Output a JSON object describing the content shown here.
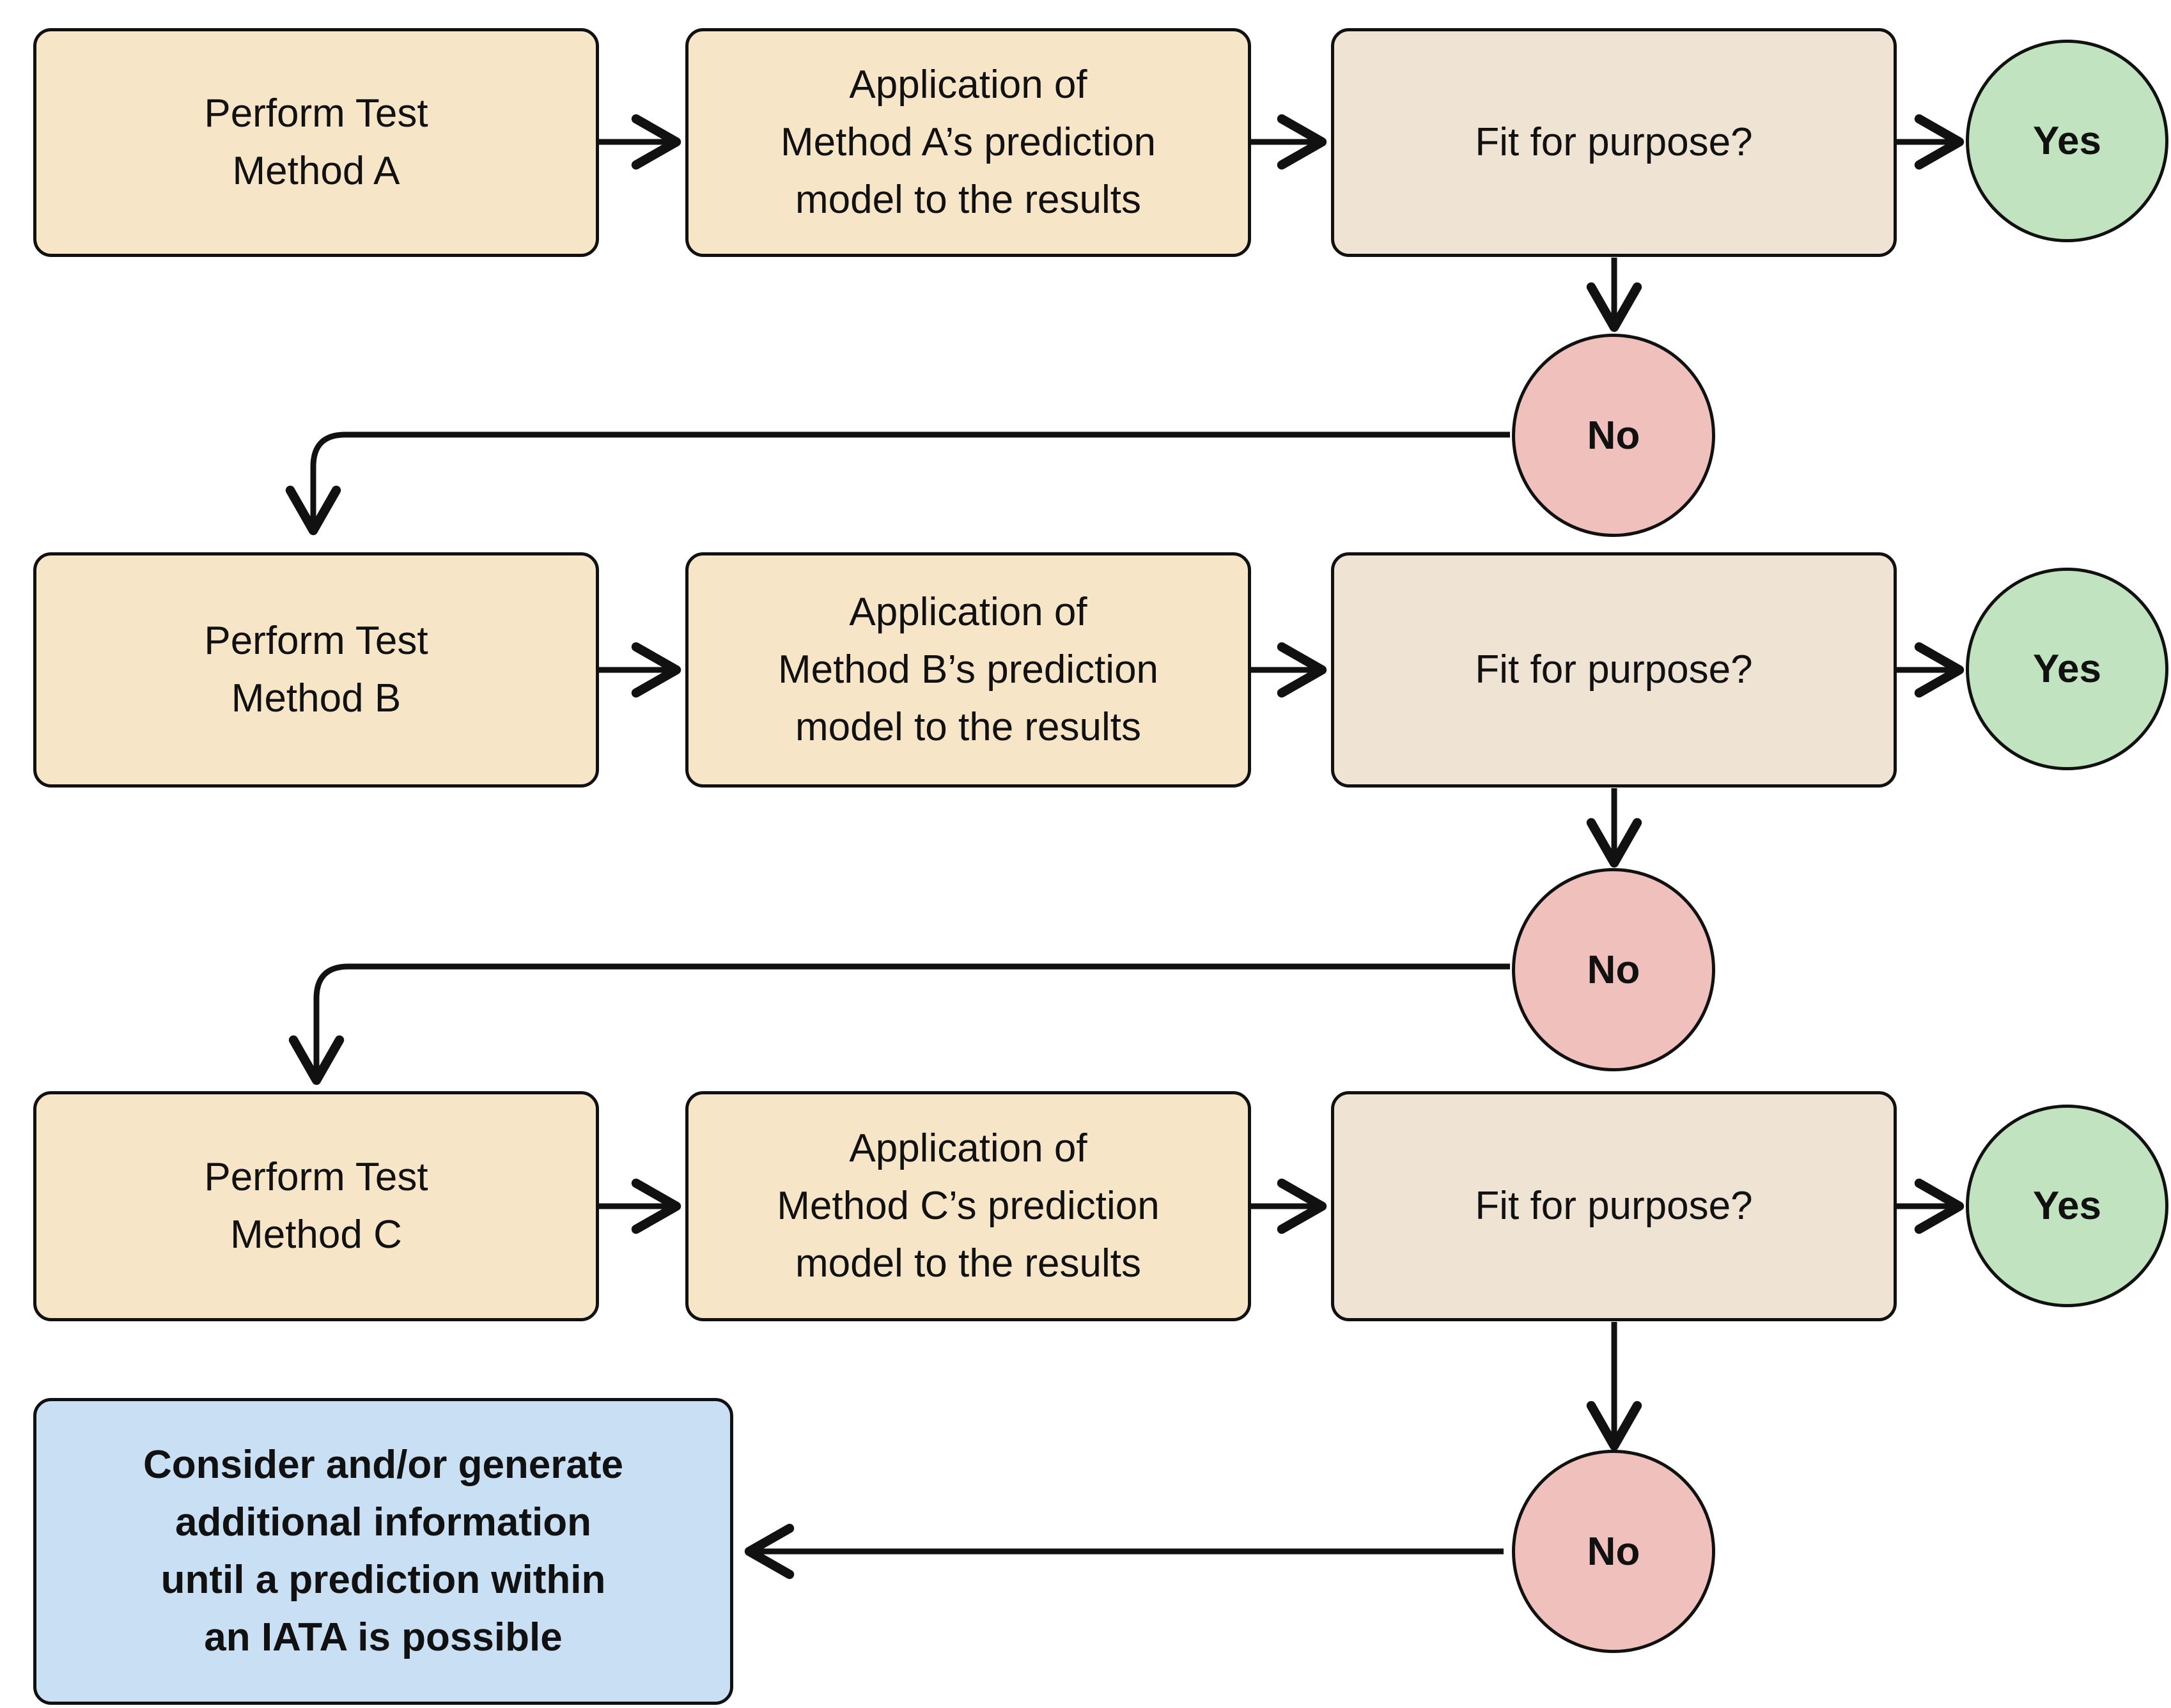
{
  "colors": {
    "step": "#f7e5c8",
    "decision": "#efe3d3",
    "yes": "#c2e3bf",
    "no": "#f0c1bc",
    "final": "#c8dff4",
    "stroke": "#111111"
  },
  "rows": [
    {
      "test": "Perform Test\nMethod A",
      "model": "Application of\nMethod A’s prediction\nmodel to the results",
      "decision": "Fit for purpose?",
      "yes": "Yes",
      "no": "No"
    },
    {
      "test": "Perform Test\nMethod B",
      "model": "Application of\nMethod B’s prediction\nmodel to the results",
      "decision": "Fit for purpose?",
      "yes": "Yes",
      "no": "No"
    },
    {
      "test": "Perform Test\nMethod C",
      "model": "Application of\nMethod C’s prediction\nmodel to the results",
      "decision": "Fit for purpose?",
      "yes": "Yes",
      "no": "No"
    }
  ],
  "final": {
    "text": "Consider and/or generate\nadditional information\nuntil a prediction within\nan IATA is possible"
  }
}
